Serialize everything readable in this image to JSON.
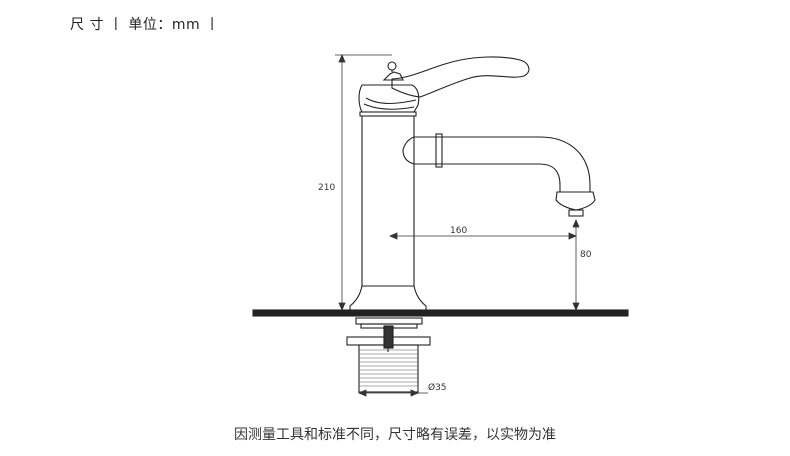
{
  "header": {
    "label_size": "尺 寸",
    "separator": "丨",
    "label_unit": "单位：mm",
    "separator_end": "丨"
  },
  "dimensions": {
    "height_total": "210",
    "spout_reach": "160",
    "spout_height": "80",
    "thread_diameter": "Ø35"
  },
  "caption": "因测量工具和标准不同，尺寸略有误差，以实物为准"
}
